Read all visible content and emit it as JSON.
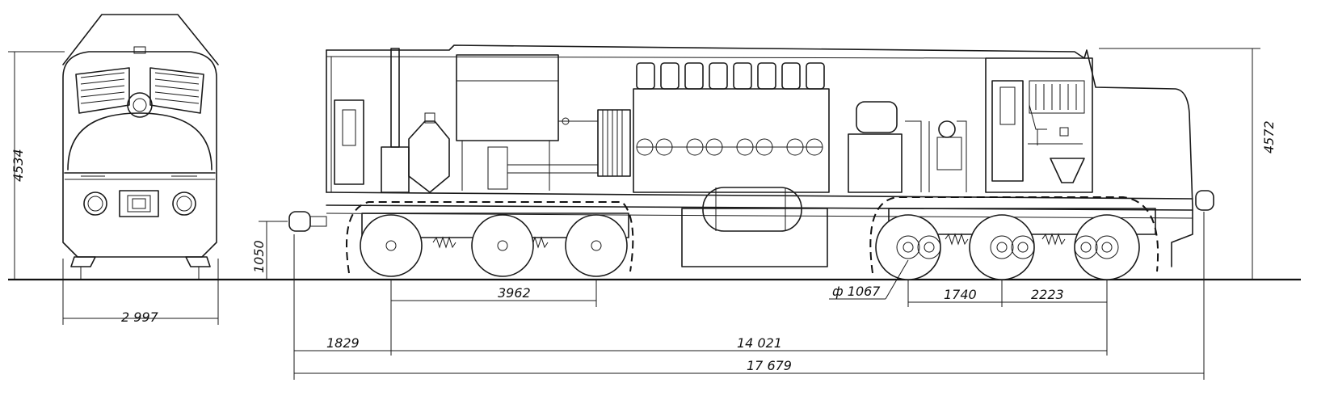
{
  "dimensions": {
    "front_height": "4534",
    "front_width": "2 997",
    "wheel_axle_spacing": "3962",
    "buffer_height": "1050",
    "wheel_diameter": "ф 1067",
    "bogie_spacing_a": "1740",
    "bogie_spacing_b": "2223",
    "overhang": "1829",
    "bogie_centers": "14 021",
    "overall_length": "17 679",
    "side_height": "4572"
  }
}
